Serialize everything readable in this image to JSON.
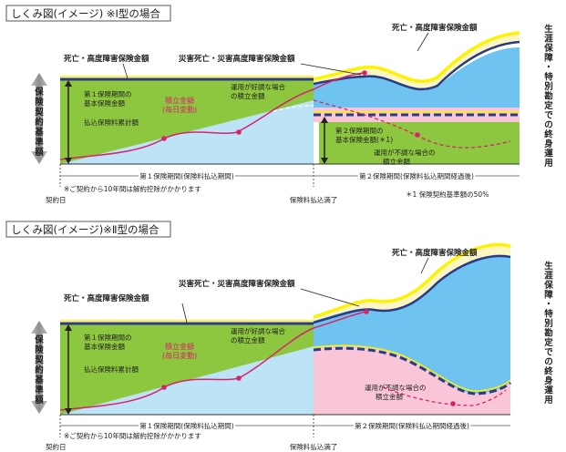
{
  "side_label": "生涯保障・特別勘定での終身運用",
  "axis_label": "保険契約基準額",
  "type1": {
    "header": "しくみ図(イメージ) ※Ⅰ型の場合",
    "death_benefit": "死亡・高度障害保険金額",
    "disaster_benefit": "災害死亡・災害高度障害保険金額",
    "basic_amount_1": [
      "第１保険期間の",
      "基本保険金額"
    ],
    "premium_total": "払込保険料累計額",
    "reserve": [
      "積立金額",
      "(毎日変動)"
    ],
    "good_case": [
      "運用が好調な場合",
      "の積立金額"
    ],
    "basic_amount_2": [
      "第２保険期間の",
      "基本保険金額(＊1)"
    ],
    "bad_case": [
      "運用が不調な場合の",
      "積立金額"
    ],
    "period1": "第１保険期間(保険料払込期間)",
    "period2": "第２保険期間(保険料払込期間経過後)",
    "note": "※ご契約から10年間は解約控除がかかります",
    "contract_date": "契約日",
    "payment_end": "保険料払込満了",
    "footnote": "＊1 保険契約基準額の50%"
  },
  "type2": {
    "header": "しくみ図(イメージ)※Ⅱ型の場合",
    "death_benefit": "死亡・高度障害保険金額",
    "disaster_benefit": "災害死亡・災害高度障害保険金額",
    "basic_amount_1": [
      "第１保険期間の",
      "基本保険金額"
    ],
    "premium_total": "払込保険料累計額",
    "reserve": [
      "積立金額",
      "(毎日変動)"
    ],
    "good_case": [
      "運用が好調な場合",
      "の積立金額"
    ],
    "bad_case": [
      "運用が不調な場合の",
      "積立金額"
    ],
    "period1": "第１保険期間(保険料払込期間)",
    "period2": "第２保険期間(保険料払込期間経過後)",
    "note": "※ご契約から10年間は解約控除がかかります",
    "contract_date": "契約日",
    "payment_end": "保険料払込満了"
  },
  "colors": {
    "green": "#8dc63f",
    "light_blue": "#bde3f7",
    "sky": "#6ec3f0",
    "yellow": "#fff200",
    "cream": "#fbf6c4",
    "navy": "#2b3a82",
    "pink": "#f9c6d7",
    "magenta": "#d6246a",
    "gray_arrow": "#9a9a9a"
  }
}
